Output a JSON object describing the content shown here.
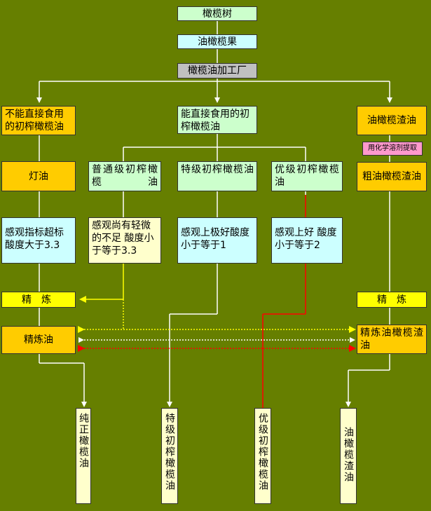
{
  "nodes": {
    "olive_tree": "橄榄树",
    "olive_fruit": "油橄榄果",
    "processing_plant": "橄榄油加工厂",
    "not_edible_virgin": "不能直接食用的初榨橄榄油",
    "edible_virgin": "能直接食用的初榨橄榄油",
    "pomace_oil": "油橄榄渣油",
    "chemical_extraction": "用化学溶剂提取",
    "lamp_oil": "灯油",
    "ordinary_virgin": "普通级初榨橄榄油",
    "extra_virgin": "特级初榨橄榄油",
    "superior_virgin": "优级初榨橄榄油",
    "crude_pomace": "粗油橄榄渣油",
    "lamp_oil_criteria": "感观指标超标酸度大于3.3",
    "ordinary_criteria": "感观尚有轻微的不足 酸度小于等于3.3",
    "extra_criteria": "感观上极好酸度小于等于1",
    "superior_criteria": "感观上好 酸度小于等于2",
    "refining_left": "精　炼",
    "refining_right": "精　炼",
    "refined_oil": "精炼油",
    "refined_pomace": "精炼油橄榄渣油",
    "pure_olive_oil": "纯正橄榄油",
    "extra_virgin_final": "特级初榨橄榄油",
    "superior_virgin_final": "优级初榨橄榄油",
    "pomace_final": "油橄榄渣油"
  },
  "colors": {
    "background": "#667F00",
    "arrow_white": "#FFFFFF",
    "arrow_yellow": "#FFFF00",
    "arrow_red": "#FF0000"
  }
}
